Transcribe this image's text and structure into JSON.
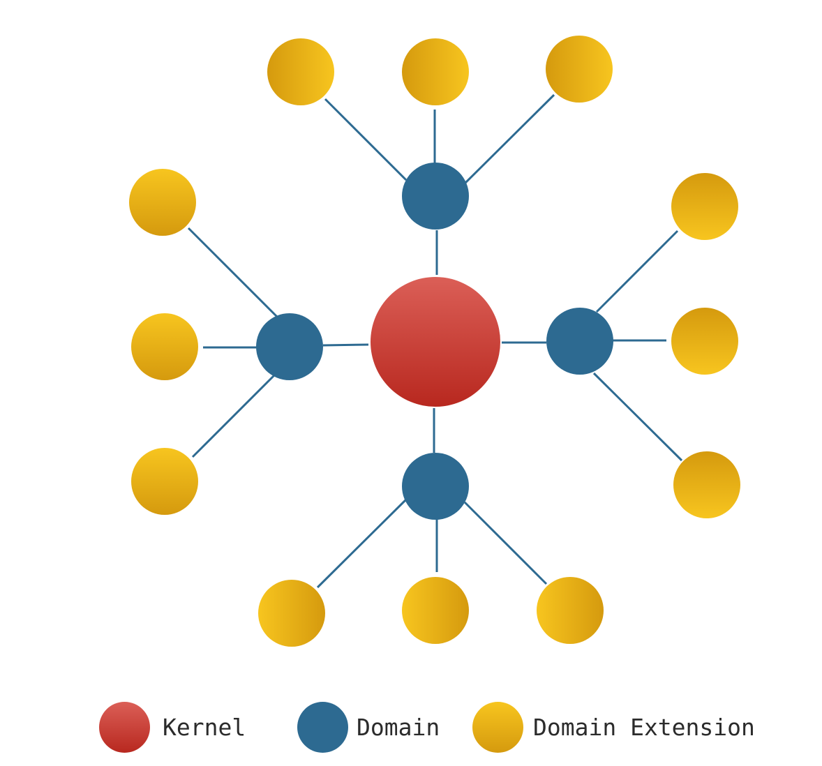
{
  "colors": {
    "kernel_top": "#db5f57",
    "kernel_bottom": "#b8281f",
    "domain": "#2d6a91",
    "extension_light": "#f7c51f",
    "extension_dark": "#d59a0e",
    "edge": "#2d6a91"
  },
  "legend": {
    "kernel": "Kernel",
    "domain": "Domain",
    "extension": "Domain Extension"
  },
  "graph": {
    "kernel": "kernel",
    "domains": [
      {
        "id": "domain-top",
        "extensions": 3
      },
      {
        "id": "domain-left",
        "extensions": 3
      },
      {
        "id": "domain-right",
        "extensions": 3
      },
      {
        "id": "domain-bottom",
        "extensions": 3
      }
    ]
  }
}
